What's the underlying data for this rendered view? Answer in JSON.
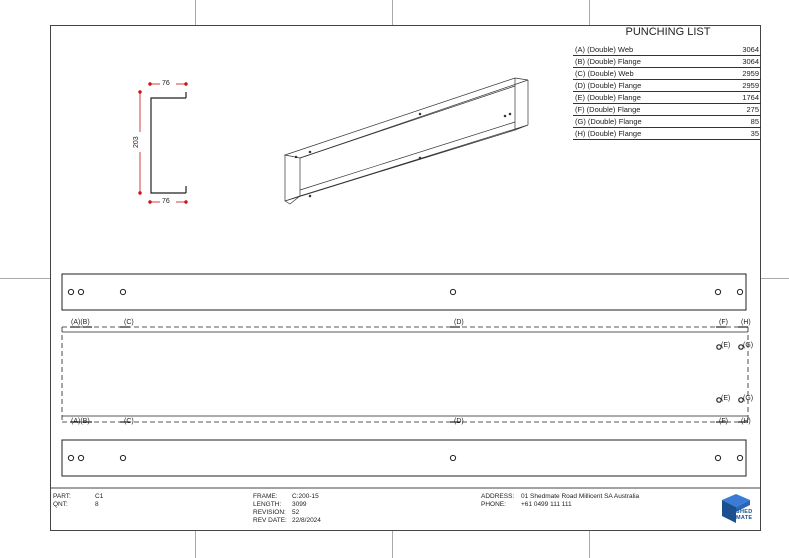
{
  "punching_list": {
    "title": "PUNCHING LIST",
    "rows": [
      {
        "label": "(A)  (Double) Web",
        "value": "3064"
      },
      {
        "label": "(B)  (Double) Flange",
        "value": "3064"
      },
      {
        "label": "(C)  (Double) Web",
        "value": "2959"
      },
      {
        "label": "(D)  (Double) Flange",
        "value": "2959"
      },
      {
        "label": "(E)  (Double) Flange",
        "value": "1764"
      },
      {
        "label": "(F)  (Double) Flange",
        "value": "275"
      },
      {
        "label": "(G)  (Double) Flange",
        "value": "85"
      },
      {
        "label": "(H)  (Double) Flange",
        "value": "35"
      }
    ]
  },
  "profile": {
    "top_width": "76",
    "height": "203",
    "bottom_width": "76"
  },
  "layout_markers": {
    "top": [
      "(A)",
      "(B)",
      "(C)",
      "(D)",
      "(F)",
      "(H)"
    ],
    "right_upper": [
      "(E)",
      "(G)"
    ],
    "right_lower": [
      "(E)",
      "(G)"
    ],
    "bottom": [
      "(A)",
      "(B)",
      "(C)",
      "(D)",
      "(F)",
      "(H)"
    ]
  },
  "footer": {
    "part_label": "PART:",
    "part_value": "C1",
    "qnt_label": "QNT:",
    "qnt_value": "8",
    "frame_label": "FRAME:",
    "frame_value": "C:200-15",
    "length_label": "LENGTH:",
    "length_value": "3099",
    "revision_label": "REVISION:",
    "revision_value": "52",
    "revdate_label": "REV DATE:",
    "revdate_value": "22/8/2024",
    "address_label": "ADDRESS:",
    "address_value": "01 Shedmate Road Millicent SA Australia",
    "phone_label": "PHONE:",
    "phone_value": "+61 0499 111 111"
  },
  "logo": {
    "line1": "SHED",
    "line2": "MATE"
  },
  "colors": {
    "line": "#222222",
    "dimension": "#cc1111",
    "logo_dark": "#1b4f8f",
    "logo_light": "#3a7bd5"
  }
}
